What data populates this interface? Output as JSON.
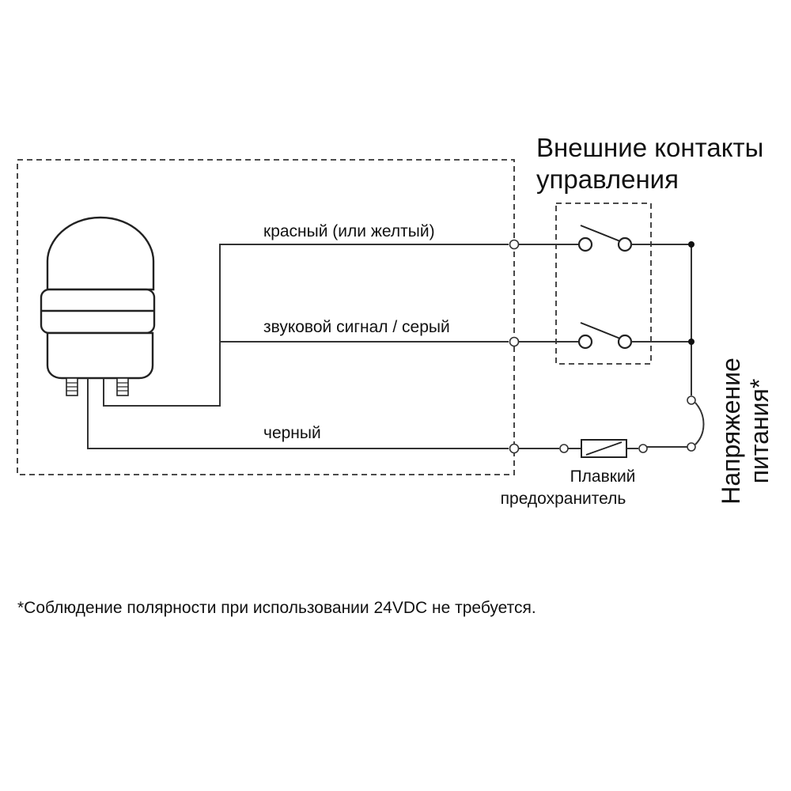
{
  "external_contacts_title_line1": "Внешние контакты",
  "external_contacts_title_line2": "управления",
  "wire_labels": {
    "red": "красный (или желтый)",
    "buzzer": "звуковой сигнал / серый",
    "black": "черный"
  },
  "fuse_label_line1": "Плавкий",
  "fuse_label_line2": "предохранитель",
  "power_label_line1": "Напряжение",
  "power_label_line2": "питания*",
  "footnote": "*Соблюдение полярности при использовании 24VDC не требуется."
}
